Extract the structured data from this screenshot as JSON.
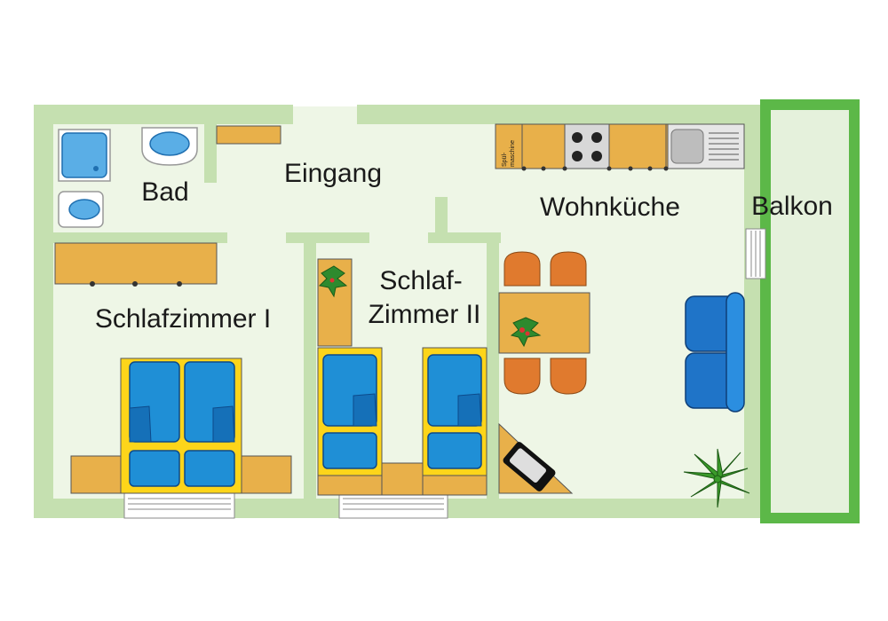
{
  "rooms": {
    "bad": "Bad",
    "eingang": "Eingang",
    "wohnkueche": "Wohnküche",
    "balkon": "Balkon",
    "schlafzimmer1": "Schlafzimmer I",
    "schlafzimmer2_line1": "Schlaf-",
    "schlafzimmer2_line2": "Zimmer II"
  },
  "appliances": {
    "dishwasher_line1": "Spül-",
    "dishwasher_line2": "maschine"
  },
  "colors": {
    "floor": "#eef6e6",
    "wall": "#c5e0b0",
    "balcony_rail": "#5cb848",
    "furniture": "#e8b04a",
    "bed_frame": "#fdd51a",
    "bed_blue": "#1f8fd6",
    "chair": "#e07a2e",
    "sofa": "#1f74c8"
  }
}
